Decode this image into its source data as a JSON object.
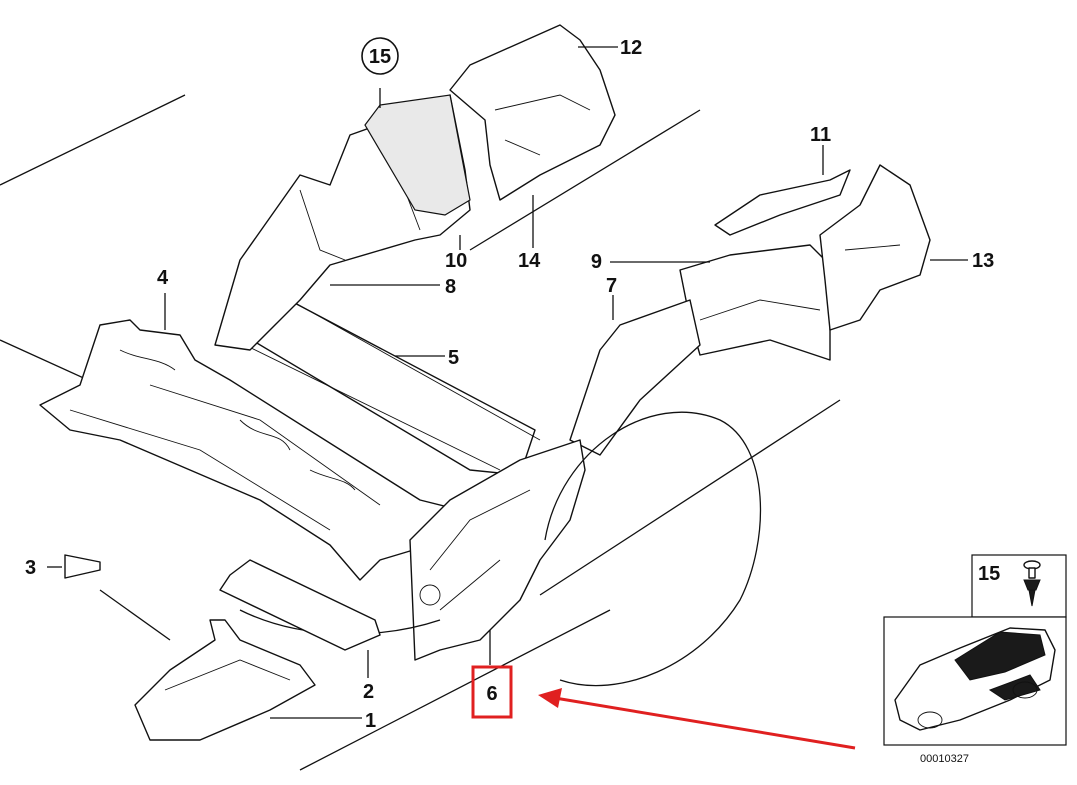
{
  "callouts": {
    "c1": "1",
    "c2": "2",
    "c3": "3",
    "c4": "4",
    "c5": "5",
    "c6": "6",
    "c7": "7",
    "c8": "8",
    "c9": "9",
    "c10": "10",
    "c11": "11",
    "c12": "12",
    "c13": "13",
    "c14": "14",
    "c15": "15"
  },
  "inset": {
    "label": "15",
    "code": "00010327"
  },
  "highlight": {
    "color": "#e02020",
    "target_label": "6"
  }
}
